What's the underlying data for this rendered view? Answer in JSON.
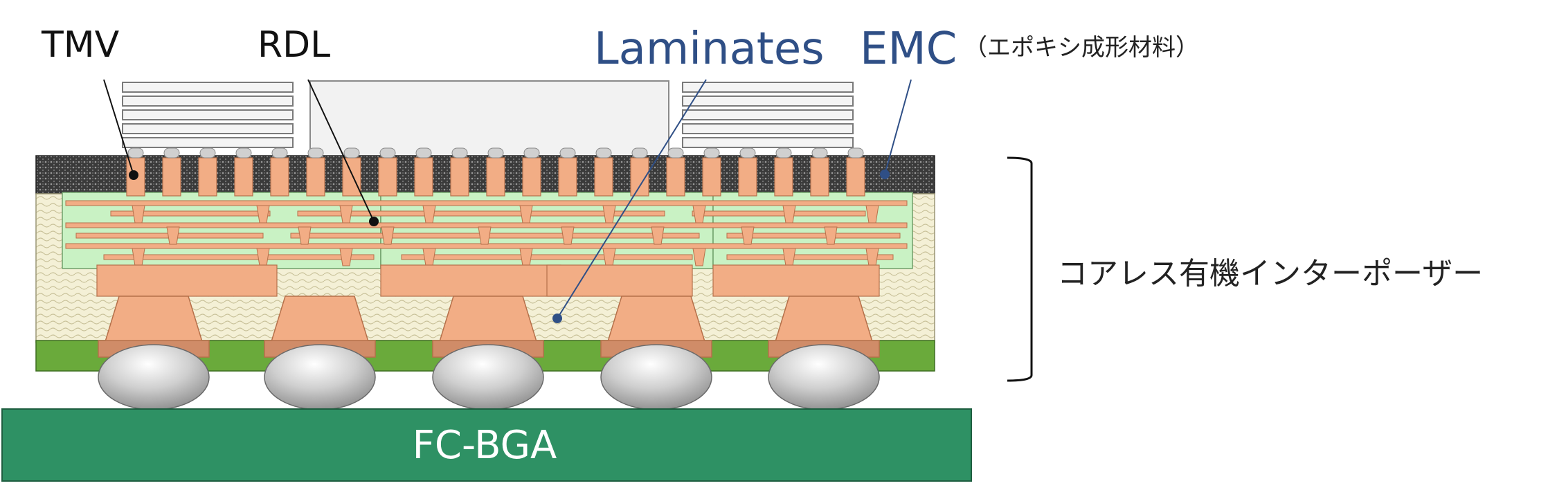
{
  "labels": {
    "tmv": "TMV",
    "rdl": "RDL",
    "laminates": "Laminates",
    "emc": "EMC",
    "emc_note": "（エポキシ成形材料）",
    "substrate": "FC-BGA",
    "interposer": "コアレス有機インターポーザー"
  },
  "colors": {
    "copper": "#f2ad85",
    "copper_stroke": "#b5704a",
    "rdl_green": "#c9f2c4",
    "laminate": "#f4f0d6",
    "emc": "#333333",
    "solder_resist": "#6aaa3b",
    "substrate": "#2e9164",
    "die": "#f2f2f2",
    "solder_ball": "#c4c4c4",
    "label_blue": "#2f4f86"
  }
}
